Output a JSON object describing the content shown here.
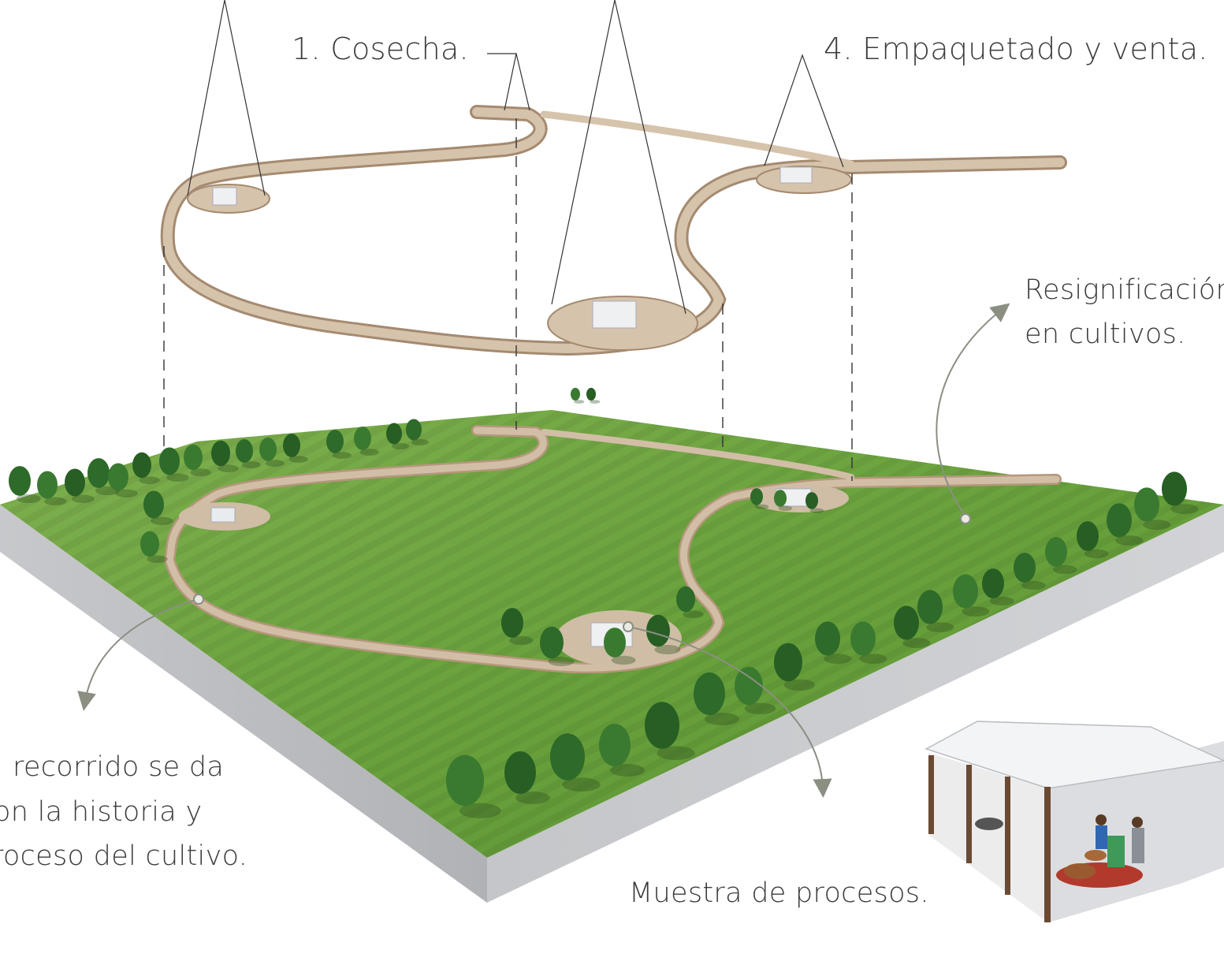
{
  "labels": {
    "cosecha": "1. Cosecha.",
    "empaquetado": "4. Empaquetado y venta.",
    "resignificacion_line1": "Resignificación",
    "resignificacion_line2": "en cultivos.",
    "recorrido_line1": "recorrido se da",
    "recorrido_line2": "on la historia y",
    "recorrido_line3": "roceso del cultivo.",
    "muestra": "Muestra de procesos."
  },
  "colors": {
    "text": "#3c3c3c",
    "grass": "#6fa142",
    "grass_dark": "#4f8a2e",
    "path": "#cbb59b",
    "base_side": "#b9bbbe",
    "tree": "#2f6b2a",
    "arrow": "#8b8f82",
    "leader_line": "#333333"
  }
}
